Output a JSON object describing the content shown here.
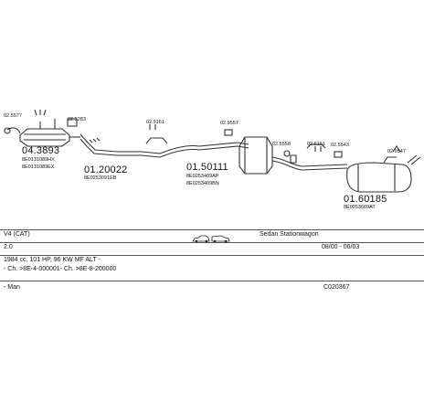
{
  "parts": {
    "cat_converter": {
      "number": "04.3893",
      "oem": [
        "8E0131089HX",
        "8E0131089EX"
      ]
    },
    "front_pipe": {
      "number": "01.20022",
      "oem": "8E0253091EB"
    },
    "middle_silencer": {
      "number": "01.50111",
      "oem": [
        "8E0253409AP",
        "8E0253409BN"
      ]
    },
    "rear_silencer": {
      "number": "01.60185",
      "oem": "8E0253609AT"
    }
  },
  "fittings": {
    "f1": "02.5577",
    "f2": "02.5283",
    "f3": "02.9161",
    "f4": "02.9557",
    "f5": "02.5558",
    "f6": "02.6161",
    "f7": "02.5543",
    "f8": "02.9547"
  },
  "vehicle": {
    "engine": "V4 (CAT)",
    "body": "Sedan Stationwagon",
    "displacement": "2.0",
    "years": "08/00 - 06/03",
    "specs": "1984 cc, 101 HP, 96 KW MF ALT -",
    "chassis": "- Ch. >8E-4-000001- Ch. >8E-8-200000",
    "transmission": "- Man",
    "code": "C020367"
  },
  "icons": {
    "car_body": "sedan-and-wagon-icon"
  },
  "colors": {
    "stroke": "#333333",
    "line": "#555555",
    "text": "#111111"
  }
}
